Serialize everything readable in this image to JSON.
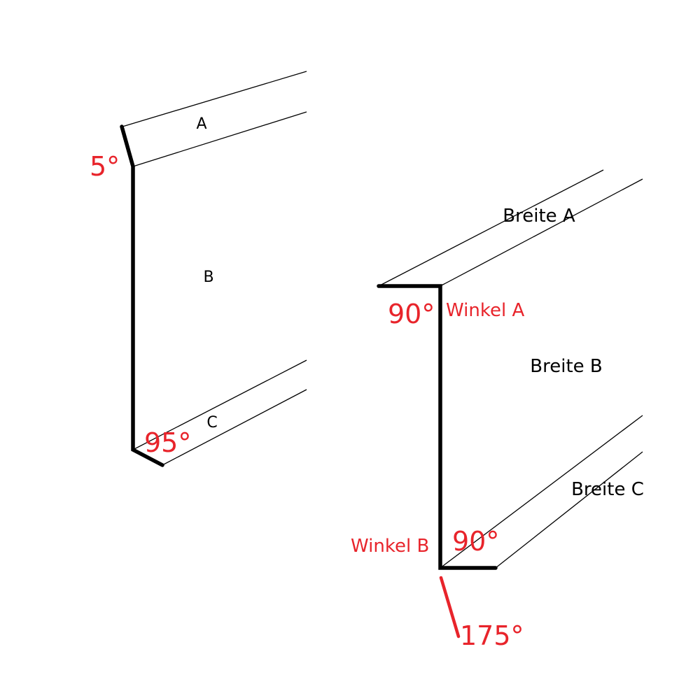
{
  "left_profile": {
    "label_a": "A",
    "label_b": "B",
    "label_c": "C",
    "angle_top": "5°",
    "angle_bottom": "95°"
  },
  "right_profile": {
    "label_a": "Breite A",
    "label_b": "Breite B",
    "label_c": "Breite C",
    "angle_top": "90°",
    "angle_bottom": "90°",
    "angle_outer": "175°",
    "corner_a": "Winkel A",
    "corner_b": "Winkel B"
  },
  "colors": {
    "annotation": "#e8242b",
    "line": "#000000"
  }
}
